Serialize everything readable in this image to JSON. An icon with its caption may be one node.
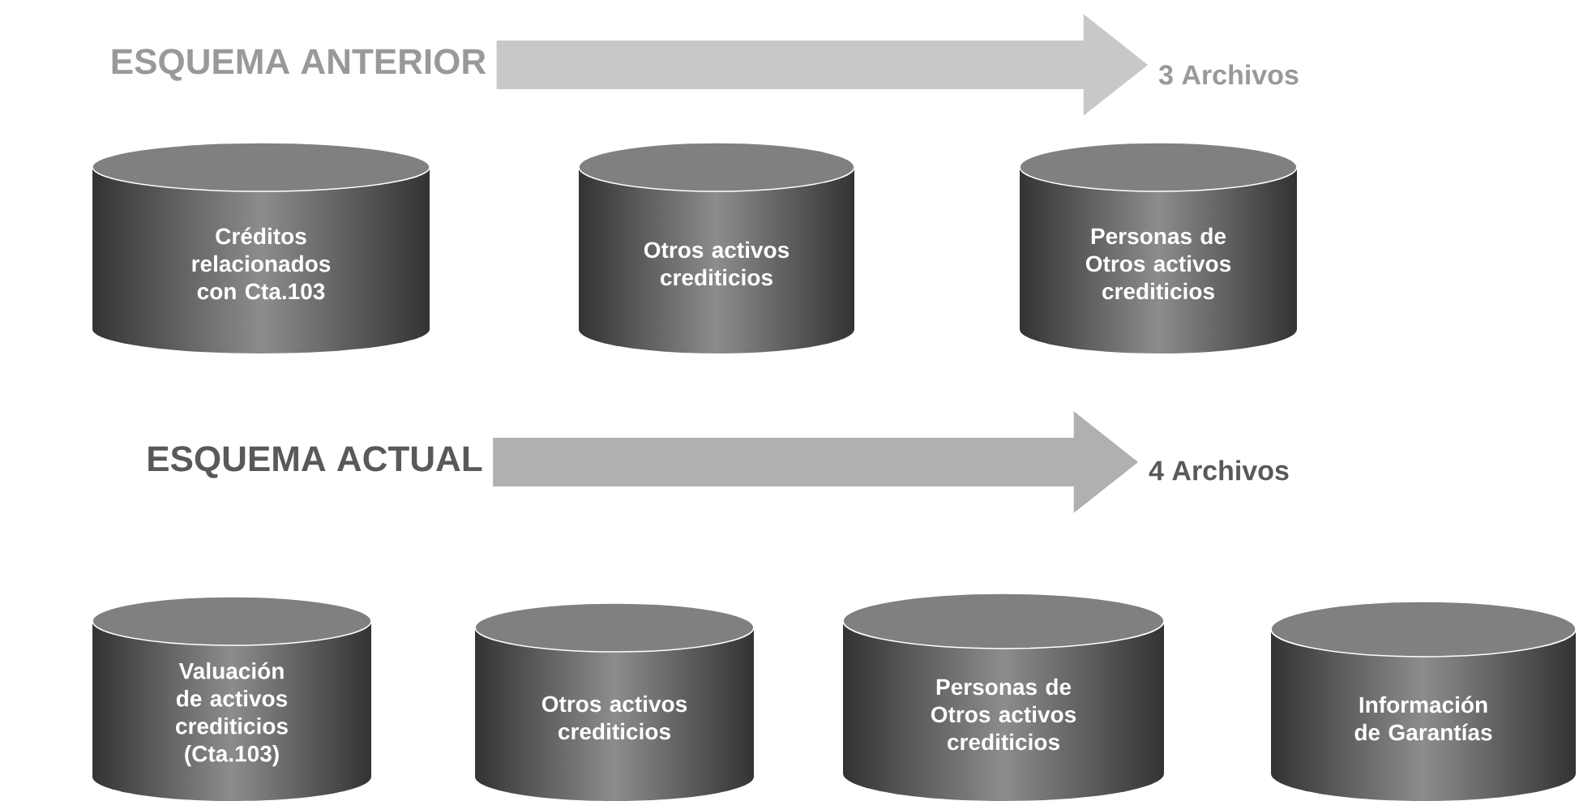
{
  "diagram": {
    "nodes": [
      {
        "text": [
          "ESQUEMA ANTERIOR"
        ]
      },
      {
        "text": [
          "3 Archivos"
        ]
      },
      {
        "text": [
          "Créditos relacionados con Cta.103"
        ]
      },
      {
        "text": [
          "Otros activos crediticios"
        ]
      },
      {
        "text": [
          "Personas de Otros activos crediticios"
        ]
      },
      {
        "text": [
          "ESQUEMA ACTUAL"
        ]
      },
      {
        "text": [
          "4 Archivos"
        ]
      },
      {
        "text": [
          "Valuación de activos crediticios (Cta.103)"
        ]
      },
      {
        "text": [
          "Otros activos crediticios"
        ]
      },
      {
        "text": [
          "Personas de Otros activos crediticios"
        ]
      },
      {
        "text": [
          "Información de Garantías"
        ]
      }
    ],
    "edges": [
      {
        "from": 0,
        "to": 1,
        "arrow": "to",
        "color": "#c8c8c8"
      },
      {
        "from": 5,
        "to": 6,
        "arrow": "to",
        "color": "#b0b0b0"
      }
    ]
  }
}
